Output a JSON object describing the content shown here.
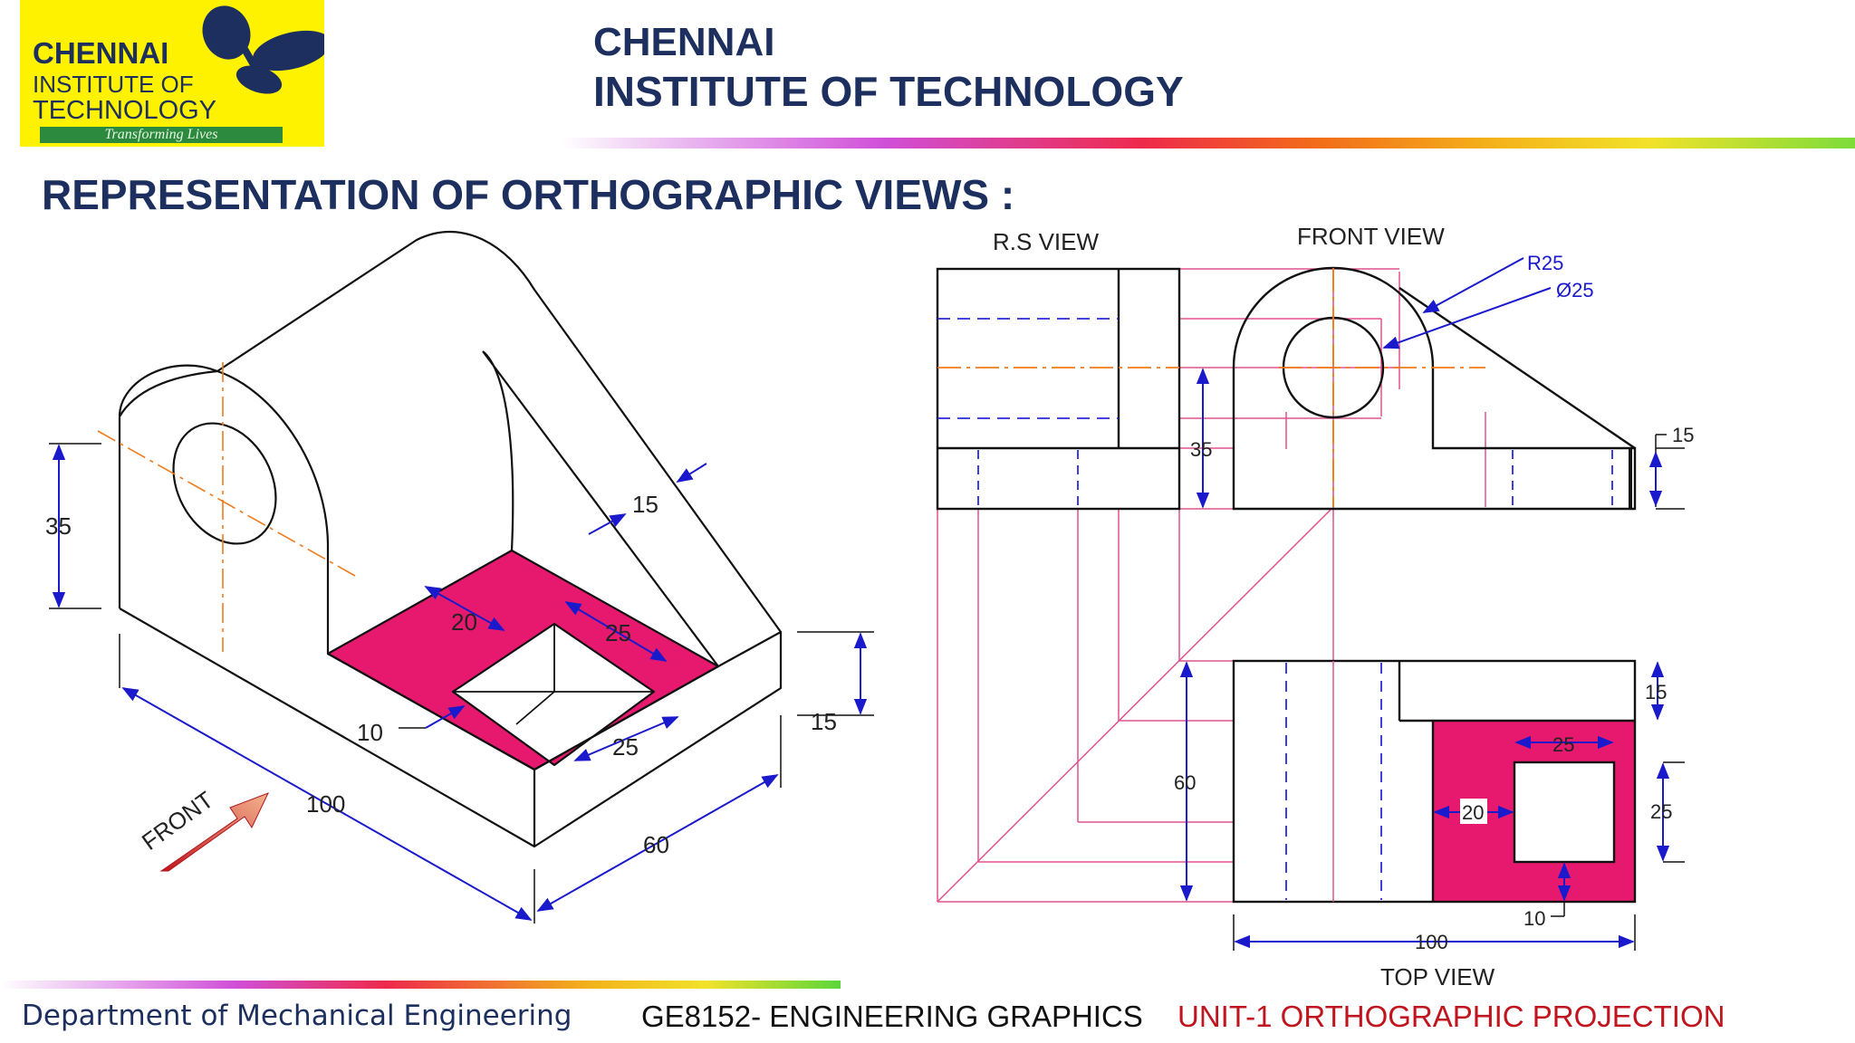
{
  "logo": {
    "line1": "CHENNAI",
    "line2": "INSTITUTE OF",
    "line3": "TECHNOLOGY",
    "tagline": "Transforming Lives"
  },
  "header": {
    "name_line1": "CHENNAI",
    "name_line2": "INSTITUTE OF TECHNOLOGY"
  },
  "heading": "REPRESENTATION OF ORTHOGRAPHIC VIEWS :",
  "iso": {
    "front": "FRONT",
    "d100": "100",
    "d60": "60",
    "d35": "35",
    "d15_top": "15",
    "d15_right": "15",
    "d20": "20",
    "d25_upper": "25",
    "d25_lower": "25",
    "d10": "10"
  },
  "ortho": {
    "rs_view": "R.S VIEW",
    "front_view": "FRONT  VIEW",
    "top_view": "TOP VIEW",
    "r25": "R25",
    "dia25": "Ø25",
    "d35": "35",
    "d15_fv": "15",
    "d15_tv": "15",
    "d60": "60",
    "d100": "100",
    "d25_top": "25",
    "d25_right": "25",
    "d20": "20",
    "d10": "10"
  },
  "footer": {
    "dept": "Department of Mechanical Engineering",
    "course": "GE8152- ENGINEERING GRAPHICS",
    "unit": "UNIT-1  ORTHOGRAPHIC PROJECTION"
  },
  "colors": {
    "navy": "#1c2f5e",
    "magenta": "#e6196e",
    "projection": "#e0508e",
    "hidden": "#2a2ad8",
    "center": "#f07a1a",
    "dim": "#1a1acc",
    "red": "#c0151e"
  }
}
